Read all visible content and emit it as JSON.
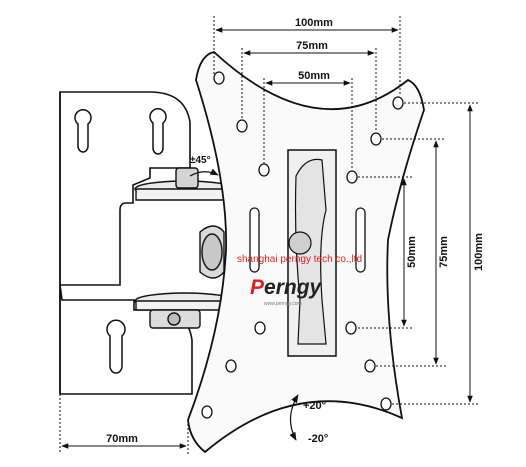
{
  "dimensions": {
    "top_100": "100mm",
    "top_75": "75mm",
    "top_50": "50mm",
    "right_50": "50mm",
    "right_75": "75mm",
    "right_100": "100mm",
    "bottom_70": "70mm"
  },
  "angles": {
    "swivel": "±45°",
    "tilt_up": "+20°",
    "tilt_down": "-20°"
  },
  "watermark": {
    "company": "shanghai perngy tech co.,ltd",
    "brand_initial": "P",
    "brand_rest": "erngy",
    "subline": "www.perngy.com"
  }
}
